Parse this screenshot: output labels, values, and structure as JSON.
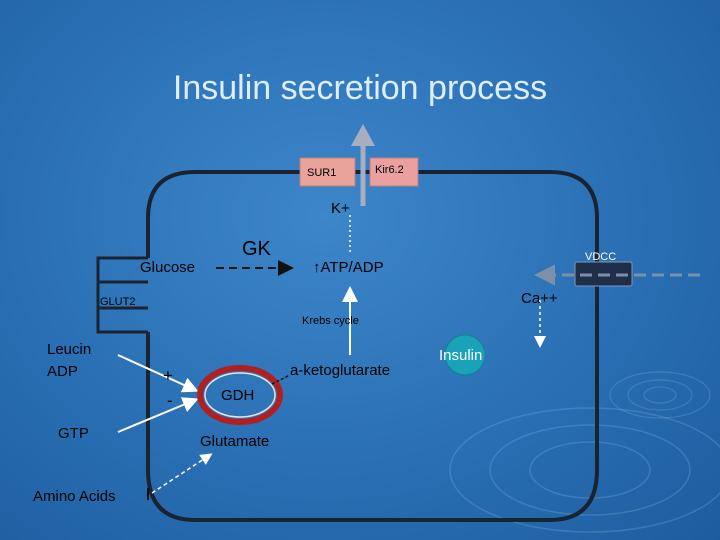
{
  "title": "Insulin secretion process",
  "labels": {
    "sur1": "SUR1",
    "kir62": "Kir6.2",
    "k_plus": "K+",
    "gk": "GK",
    "glucose": "Glucose",
    "atp_adp": "↑ATP/ADP",
    "vdcc": "VDCC",
    "ca": "Ca++",
    "glut2": "GLUT2",
    "krebs": "Krebs cycle",
    "leucin": "Leucin",
    "adp": "ADP",
    "plus": "+",
    "minus": "-",
    "a_keto": "a-ketoglutarate",
    "insulin": "Insulin",
    "gdh": "GDH",
    "gtp": "GTP",
    "glutamate": "Glutamate",
    "amino_acids": "Amino Acids"
  },
  "colors": {
    "background": "#2a6fb4",
    "cell_outline": "#1a2330",
    "sur1_box": "#e9a39a",
    "kir_box": "#ea9fa0",
    "vdcc_box": "#1f2f4a",
    "insulin_granule": "#1aa2b8",
    "gdh_ring": "#b02020"
  }
}
